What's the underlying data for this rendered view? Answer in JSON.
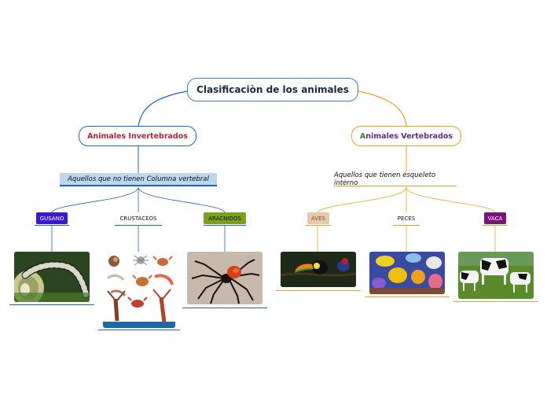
{
  "root": {
    "title": "Clasificaciòn de los animales"
  },
  "branches": {
    "invertebrados": {
      "label": "Animales Invertebrados",
      "description": "Aquellos que no tienen Columna vertebral"
    },
    "vertebrados": {
      "label_first": "A",
      "label_rest": "nimales Vertebrados",
      "description": "Aquellos que tienen esqueleto interno"
    }
  },
  "leaves": {
    "gusano": "GUSANO",
    "crustaceos": "CRUSTACEOS",
    "aracnidos": "ARACNIDOS",
    "aves": "AVES",
    "peces": "PECES",
    "vaca": "VACA"
  },
  "colors": {
    "left_branch": "#1f5fd6",
    "right_branch": "#f0a020",
    "gusano_tag": "#3a1ad0",
    "aracnidos_tag": "#7aa01e",
    "aves_tag": "#e8c8a8",
    "vaca_tag": "#7a1478"
  }
}
